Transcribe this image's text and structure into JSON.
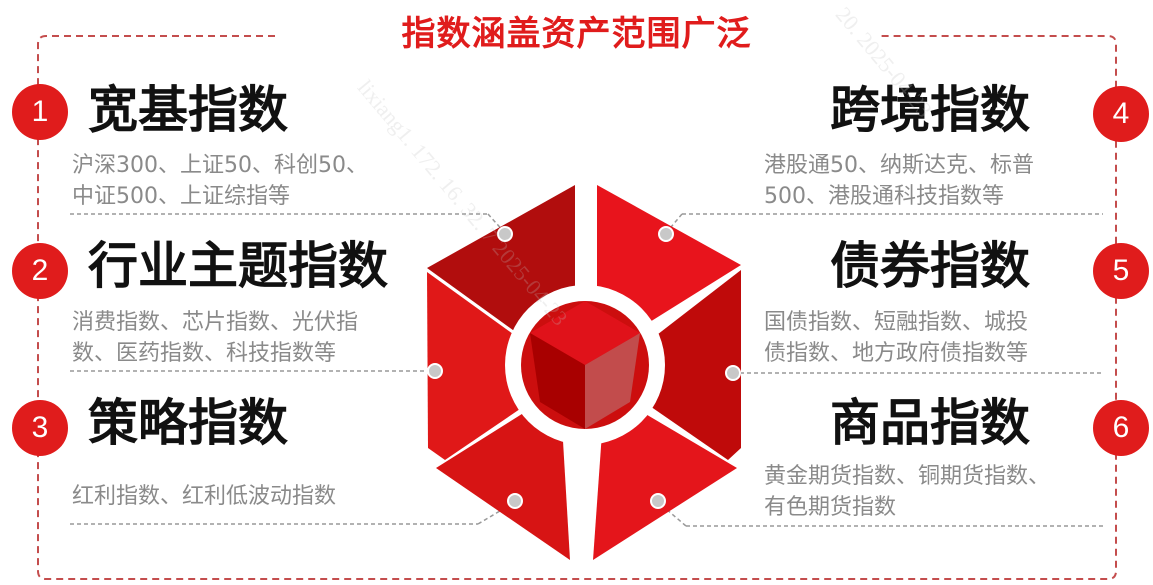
{
  "title": "指数涵盖资产范围广泛",
  "colors": {
    "accent": "#e01c1c",
    "dark_red": "#a20000",
    "frame": "#c44d4d",
    "text": "#111111",
    "muted": "#8a8a8a"
  },
  "categories": [
    {
      "number": "1",
      "name": "宽基指数",
      "desc_lines": [
        "沪深300、上证50、科创50、",
        "中证500、上证综指等"
      ]
    },
    {
      "number": "2",
      "name": "行业主题指数",
      "desc_lines": [
        "消费指数、芯片指数、光伏指",
        "数、医药指数、科技指数等"
      ]
    },
    {
      "number": "3",
      "name": "策略指数",
      "desc_lines": [
        "红利指数、红利低波动指数"
      ]
    },
    {
      "number": "4",
      "name": "跨境指数",
      "desc_lines": [
        "港股通50、纳斯达克、标普",
        "500、港股通科技指数等"
      ]
    },
    {
      "number": "5",
      "name": "债券指数",
      "desc_lines": [
        "国债指数、短融指数、城投",
        "债指数、地方政府债指数等"
      ]
    },
    {
      "number": "6",
      "name": "商品指数",
      "desc_lines": [
        "黄金期货指数、铜期货指数、",
        "有色期货指数"
      ]
    }
  ],
  "watermark": [
    "lixiang1. 172. 16. 32. 7 2025-04-23",
    "20. 2025-04-23"
  ]
}
